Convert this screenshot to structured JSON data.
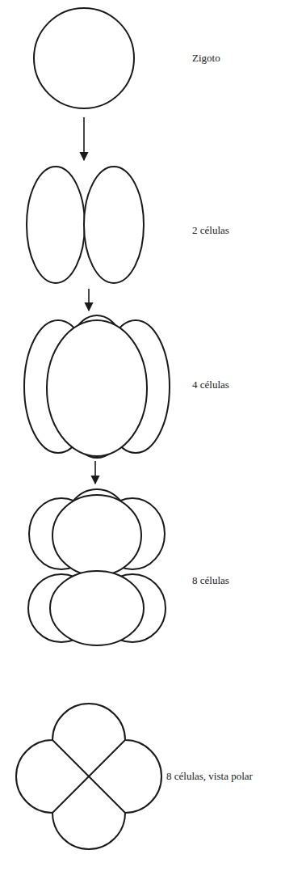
{
  "diagram": {
    "labels": [
      "Zigoto",
      "2 células",
      "4 células",
      "8 células",
      "8 células, vista polar"
    ]
  }
}
